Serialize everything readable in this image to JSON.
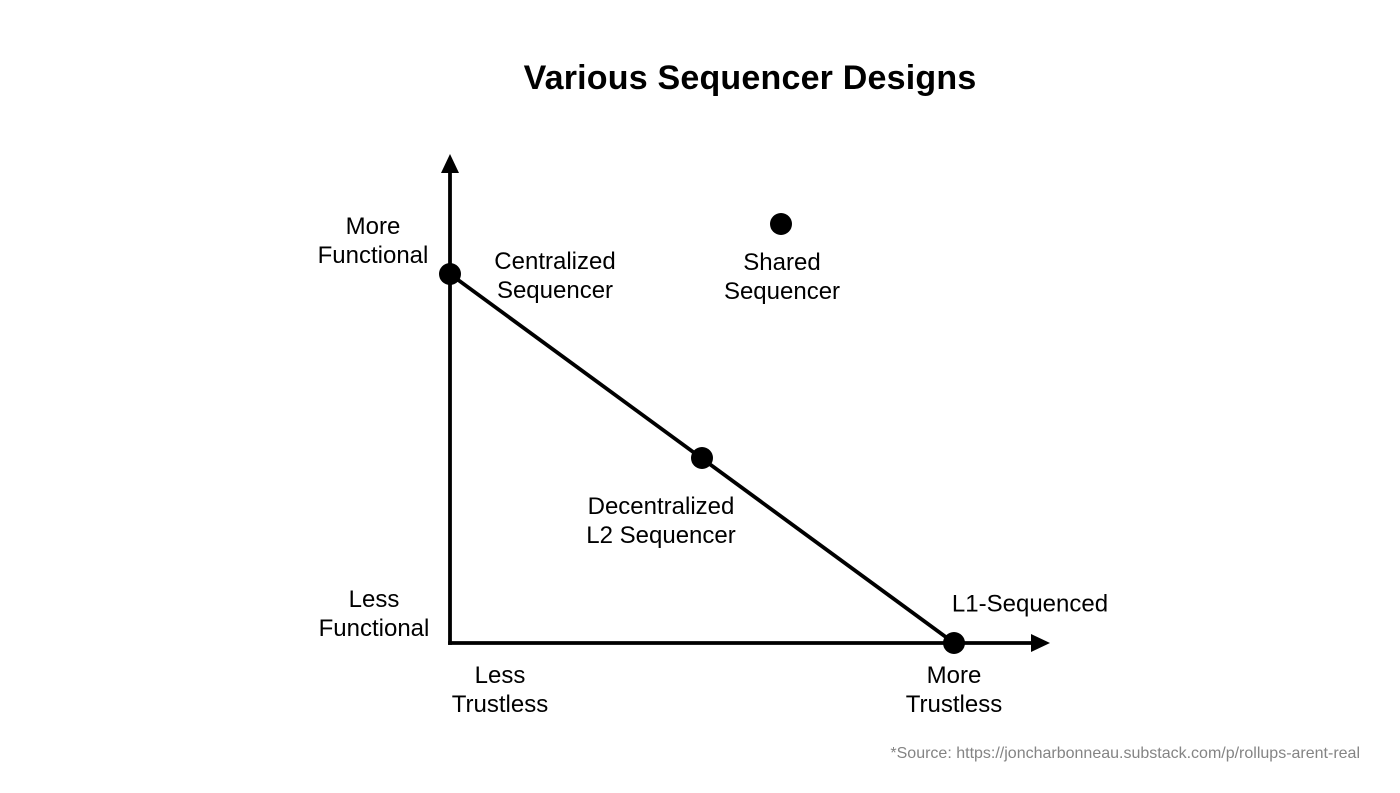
{
  "title": "Various Sequencer Designs",
  "source_note": "*Source: https://joncharbonneau.substack.com/p/rollups-arent-real",
  "colors": {
    "ink": "#000000",
    "background": "#ffffff",
    "source_text": "#848484"
  },
  "axis_labels": {
    "y_top": "More\nFunctional",
    "y_bottom": "Less\nFunctional",
    "x_left": "Less\nTrustless",
    "x_right": "More\nTrustless"
  },
  "point_labels": {
    "centralized": "Centralized\nSequencer",
    "shared": "Shared\nSequencer",
    "decentralized": "Decentralized\nL2 Sequencer",
    "l1": "L1-Sequenced"
  },
  "chart_data": {
    "type": "scatter",
    "title": "Various Sequencer Designs",
    "x_axis": {
      "left_label": "Less Trustless",
      "right_label": "More Trustless",
      "ticks": false,
      "style": "arrow"
    },
    "y_axis": {
      "bottom_label": "Less Functional",
      "top_label": "More Functional",
      "ticks": false,
      "style": "arrow"
    },
    "points": [
      {
        "label": "Centralized Sequencer",
        "x": 0.0,
        "y": 1.0,
        "on_tradeoff_line": true
      },
      {
        "label": "Decentralized L2 Sequencer",
        "x": 0.5,
        "y": 0.5,
        "on_tradeoff_line": true
      },
      {
        "label": "L1-Sequenced",
        "x": 1.0,
        "y": 0.0,
        "on_tradeoff_line": true
      },
      {
        "label": "Shared Sequencer",
        "x": 0.66,
        "y": 1.13,
        "on_tradeoff_line": false
      }
    ],
    "tradeoff_line": {
      "shape": "straight",
      "through": [
        "Centralized Sequencer",
        "Decentralized L2 Sequencer",
        "L1-Sequenced"
      ]
    }
  }
}
